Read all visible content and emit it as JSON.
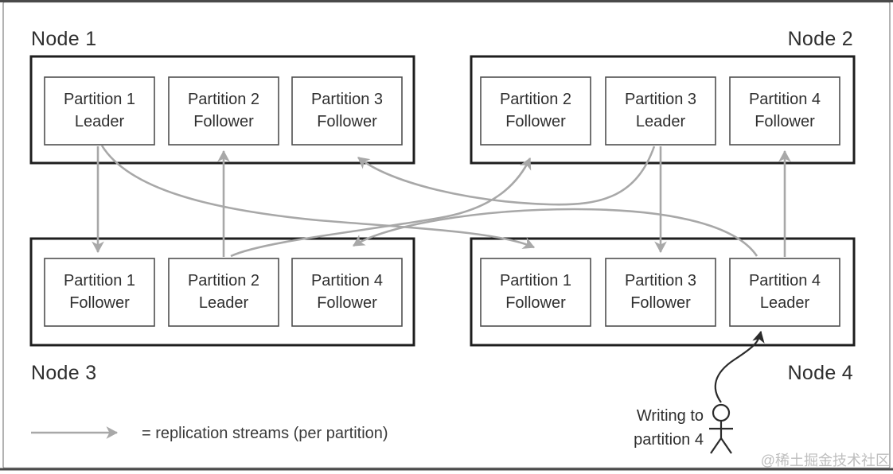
{
  "diagram": {
    "nodes": [
      {
        "label": "Node 1",
        "partitions": [
          {
            "name": "Partition 1",
            "role": "Leader"
          },
          {
            "name": "Partition 2",
            "role": "Follower"
          },
          {
            "name": "Partition 3",
            "role": "Follower"
          }
        ]
      },
      {
        "label": "Node 2",
        "partitions": [
          {
            "name": "Partition 2",
            "role": "Follower"
          },
          {
            "name": "Partition 3",
            "role": "Leader"
          },
          {
            "name": "Partition 4",
            "role": "Follower"
          }
        ]
      },
      {
        "label": "Node 3",
        "partitions": [
          {
            "name": "Partition 1",
            "role": "Follower"
          },
          {
            "name": "Partition 2",
            "role": "Leader"
          },
          {
            "name": "Partition 4",
            "role": "Follower"
          }
        ]
      },
      {
        "label": "Node 4",
        "partitions": [
          {
            "name": "Partition 1",
            "role": "Follower"
          },
          {
            "name": "Partition 3",
            "role": "Follower"
          },
          {
            "name": "Partition 4",
            "role": "Leader"
          }
        ]
      }
    ],
    "replication_streams": [
      {
        "partition": "Partition 1",
        "from_node": "Node 1",
        "to_node": "Node 3"
      },
      {
        "partition": "Partition 1",
        "from_node": "Node 1",
        "to_node": "Node 4"
      },
      {
        "partition": "Partition 2",
        "from_node": "Node 3",
        "to_node": "Node 1"
      },
      {
        "partition": "Partition 2",
        "from_node": "Node 3",
        "to_node": "Node 2"
      },
      {
        "partition": "Partition 3",
        "from_node": "Node 2",
        "to_node": "Node 1"
      },
      {
        "partition": "Partition 3",
        "from_node": "Node 2",
        "to_node": "Node 4"
      },
      {
        "partition": "Partition 4",
        "from_node": "Node 4",
        "to_node": "Node 2"
      },
      {
        "partition": "Partition 4",
        "from_node": "Node 4",
        "to_node": "Node 3"
      }
    ],
    "legend": {
      "label": "= replication streams (per partition)"
    },
    "writer": {
      "line1": "Writing to",
      "line2": "partition 4"
    },
    "watermark": "@稀土掘金技术社区",
    "colors": {
      "stream_arrow": "#a8a8a8",
      "node_border": "#1e1e1e",
      "partition_border": "#4f4f4f",
      "text": "#2f2f2f",
      "writer_arrow": "#2b2b2b"
    }
  }
}
